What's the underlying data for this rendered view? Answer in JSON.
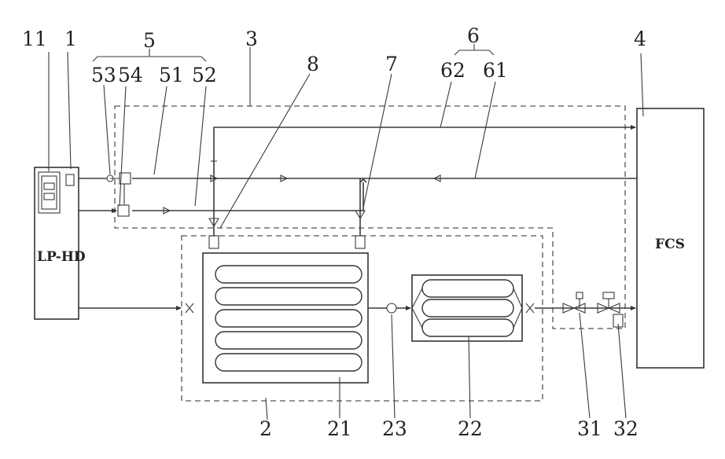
{
  "labels": {
    "n11": "11",
    "n1": "1",
    "n5": "5",
    "n3": "3",
    "n6": "6",
    "n4": "4",
    "n53": "53",
    "n54": "54",
    "n51": "51",
    "n52": "52",
    "n8": "8",
    "n7": "7",
    "n62": "62",
    "n61": "61",
    "n2": "2",
    "n21": "21",
    "n23": "23",
    "n22": "22",
    "n31": "31",
    "n32": "32"
  },
  "blocks": {
    "lp_hd": "LP-HD",
    "fcs": "FCS"
  }
}
